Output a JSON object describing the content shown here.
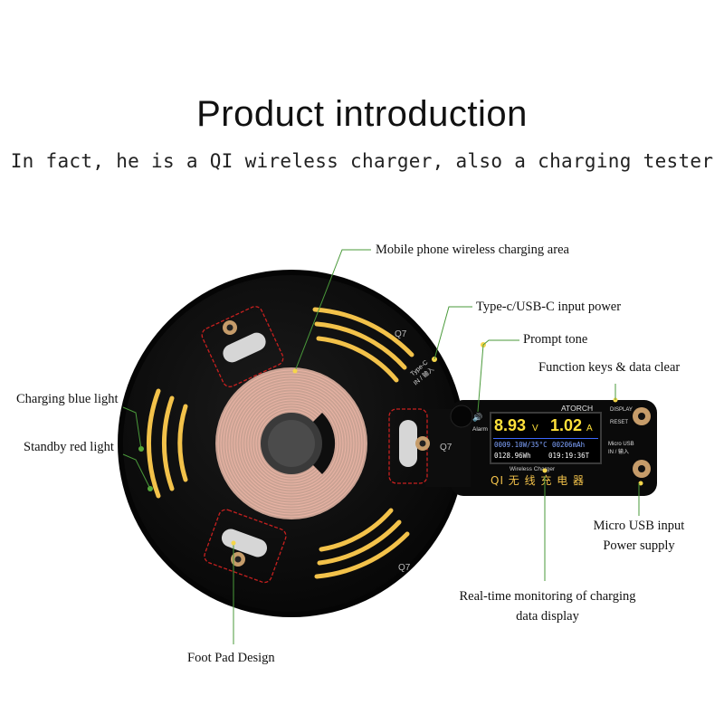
{
  "header": {
    "title": "Product  introduction",
    "subtitle": "In fact, he is a QI wireless charger, also a charging tester"
  },
  "callouts": {
    "charging_area": "Mobile phone wireless charging area",
    "type_c": "Type-c/USB-C input power",
    "prompt_tone": "Prompt tone",
    "function_keys": "Function keys & data clear",
    "blue_light": "Charging blue light",
    "red_light": "Standby red light",
    "micro_usb_line1": "Micro USB input",
    "micro_usb_line2": "Power supply",
    "monitor_line1": "Real-time monitoring of charging",
    "monitor_line2": "data display",
    "foot_pad": "Foot Pad Design"
  },
  "board": {
    "q7_label": "Q7",
    "type_c_silk": "Type-C",
    "in_silk": "IN / 输入",
    "alarm_silk": "Alarm",
    "brand": "ATORCH",
    "display_silk": "DISPLAY",
    "reset_silk": "RESET",
    "micro_usb_silk": "Micro USB",
    "micro_in_silk": "IN / 输入",
    "product_name": "QI 无 线 充 电 器"
  },
  "screen": {
    "voltage": "8.93",
    "voltage_unit": "V",
    "current": "1.02",
    "current_unit": "A",
    "power": "0009.10W/35°C",
    "capacity": "00206mAh",
    "energy": "0128.96Wh",
    "time": "019:19:36T",
    "caption": "Wireless Charger"
  },
  "colors": {
    "board": "#0c0c0c",
    "gold": "#f3c24a",
    "coil": "#d99b86",
    "pad_outline": "#c8201f",
    "leader": "#4a9a3a",
    "screen_yellow": "#ffe13a",
    "screen_blue": "#3b66ff"
  }
}
